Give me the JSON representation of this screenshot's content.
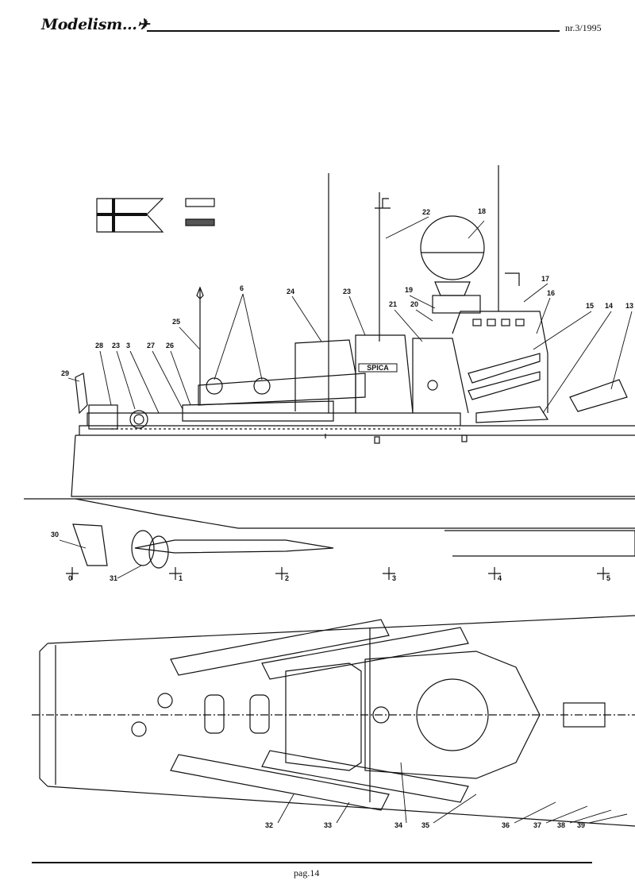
{
  "header": {
    "logo_text": "Modelism",
    "issue": "nr.3/1995"
  },
  "footer": {
    "page": "pag.14"
  },
  "station_marks": [
    "0",
    "1",
    "2",
    "3",
    "4",
    "5"
  ],
  "side_labels": [
    "22",
    "18",
    "17",
    "16",
    "15",
    "14",
    "13",
    "24",
    "23",
    "19",
    "20",
    "21",
    "6",
    "25",
    "28",
    "23",
    "3",
    "27",
    "26",
    "29",
    "30",
    "31"
  ],
  "top_labels": [
    "32",
    "33",
    "34",
    "35",
    "36",
    "37",
    "38",
    "39"
  ],
  "hull_name": "SPICA"
}
